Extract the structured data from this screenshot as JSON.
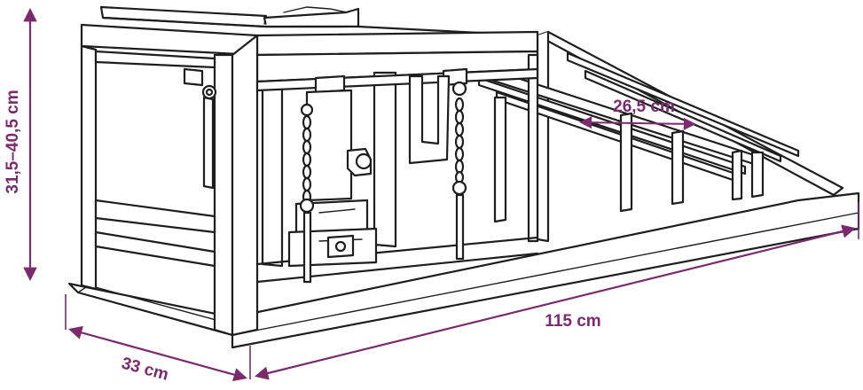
{
  "figure": {
    "subject": "car-ramp-with-bottle-jack",
    "accent_color": "#7b2a6e",
    "line_color": "#1e1e1e"
  },
  "dimensions": {
    "height": "31,5–40,5 cm",
    "length": "115 cm",
    "width": "33 cm",
    "wheel_width": "26,5 cm"
  }
}
